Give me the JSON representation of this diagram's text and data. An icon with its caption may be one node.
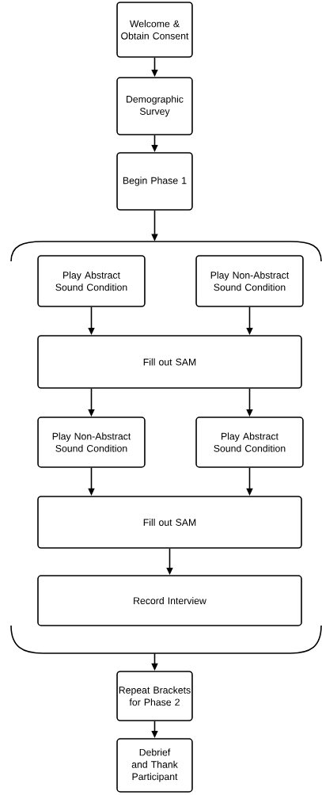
{
  "diagram": {
    "nodes": [
      {
        "text": [
          "Welcome & Obtain Consent"
        ]
      },
      {
        "text": [
          "Demographic Survey"
        ]
      },
      {
        "text": [
          "Begin Phase 1"
        ]
      },
      {
        "text": [],
        "shape": "bracket"
      },
      {
        "text": [
          "Play Abstract Sound Condition"
        ],
        "in": 3
      },
      {
        "text": [
          "Play Non-Abstract Sound Condition"
        ],
        "in": 3
      },
      {
        "text": [
          "Fill out SAM"
        ],
        "in": 3
      },
      {
        "text": [
          "Play Non-Abstract Sound Condition"
        ],
        "in": 3
      },
      {
        "text": [
          "Play Abstract Sound Condition"
        ],
        "in": 3
      },
      {
        "text": [
          "Fill out SAM"
        ],
        "in": 3
      },
      {
        "text": [
          "Record Interview"
        ],
        "in": 3
      },
      {
        "text": [
          "Repeat Brackets for Phase 2"
        ]
      },
      {
        "text": [
          "Debrief and Thank Participant"
        ]
      }
    ],
    "edges": [
      {
        "from": 0,
        "to": 1,
        "arrow": "to"
      },
      {
        "from": 1,
        "to": 2,
        "arrow": "to"
      },
      {
        "from": 2,
        "to": 3,
        "arrow": "to"
      },
      {
        "from": 4,
        "to": 6,
        "arrow": "to"
      },
      {
        "from": 5,
        "to": 6,
        "arrow": "to"
      },
      {
        "from": 6,
        "to": 7,
        "arrow": "to"
      },
      {
        "from": 6,
        "to": 8,
        "arrow": "to"
      },
      {
        "from": 7,
        "to": 9,
        "arrow": "to"
      },
      {
        "from": 8,
        "to": 9,
        "arrow": "to"
      },
      {
        "from": 9,
        "to": 10,
        "arrow": "to"
      },
      {
        "from": 3,
        "to": 11,
        "arrow": "to"
      },
      {
        "from": 11,
        "to": 12,
        "arrow": "to"
      }
    ]
  }
}
